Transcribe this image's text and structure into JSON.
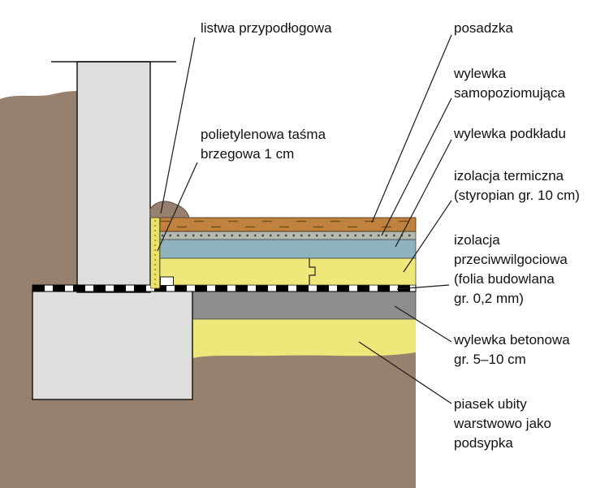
{
  "diagram": {
    "labels": {
      "listwa": "listwa przypodłogowa",
      "tasma": "polietylenowa taśma\nbrzegowa 1 cm",
      "posadzka": "posadzka",
      "wylewka_samopoziomujaca": "wylewka\nsamopoziomująca",
      "wylewka_podkladu": "wylewka podkładu",
      "izolacja_termiczna": "izolacja termiczna\n(styropian gr. 10 cm)",
      "izolacja_przeciwwilgociowa": "izolacja\nprzeciwwilgociowa\n(folia budowlana\ngr. 0,2 mm)",
      "wylewka_betonowa": "wylewka betonowa\ngr. 5–10 cm",
      "piasek": "piasek ubity\nwarstwowo jako\npodsypka"
    },
    "colors": {
      "soil": "#97806e",
      "wall": "#dededc",
      "posadzka": "#c0823e",
      "self_leveling": "#b4b9b1",
      "base_screed": "#8fb2bf",
      "styrofoam": "#eee87b",
      "foil": "#000000",
      "concrete": "#8d8d8d",
      "sand": "#eee87b",
      "tape": "#e9e169"
    }
  }
}
